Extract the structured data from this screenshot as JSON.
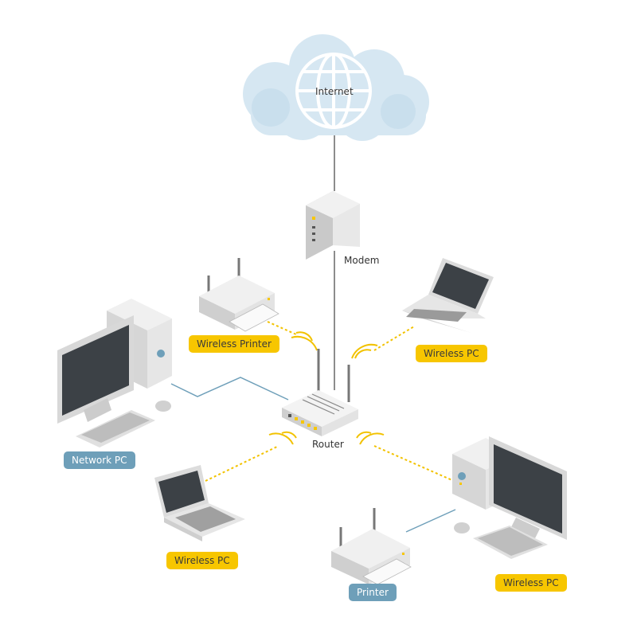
{
  "nodes": {
    "internet": "Internet",
    "modem": "Modem",
    "router": "Router"
  },
  "tags": {
    "wireless_printer": "Wireless Printer",
    "wireless_pc_top": "Wireless PC",
    "network_pc": "Network PC",
    "wireless_pc_left": "Wireless PC",
    "printer": "Printer",
    "wireless_pc_right": "Wireless PC"
  },
  "colors": {
    "wireless_tag": "#f7c600",
    "wired_tag": "#6e9fb9",
    "wireless_link": "#f2c200",
    "wired_link": "#6e9fb9",
    "cloud": "#d6e7f2",
    "device_body": "#e6e6e6",
    "screen": "#3c4146"
  }
}
